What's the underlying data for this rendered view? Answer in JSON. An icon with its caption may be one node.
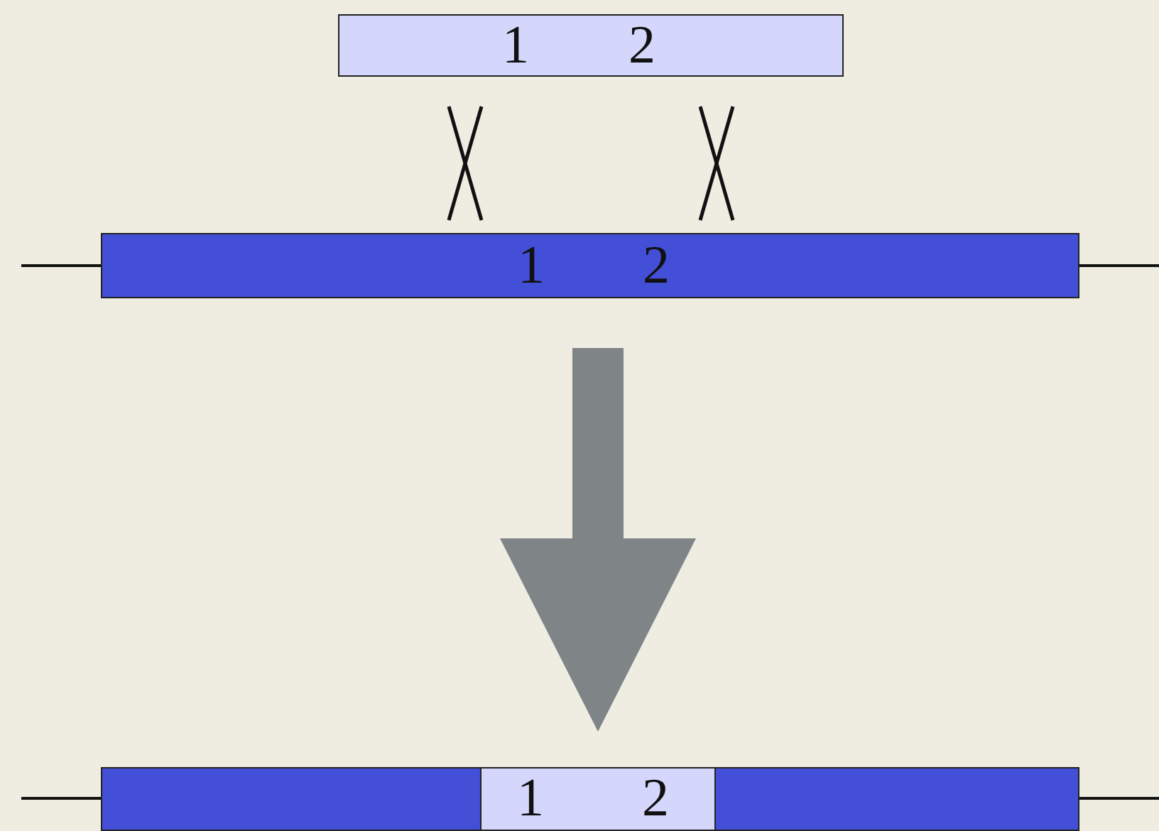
{
  "diagram": {
    "nodes": [
      {
        "text": [
          "1",
          "2"
        ]
      },
      {
        "text": [
          "1",
          "2"
        ]
      },
      {
        "text": [],
        "shape": "bar"
      },
      {
        "text": [
          "1",
          "2"
        ],
        "in": 2
      }
    ],
    "edges": [
      {
        "from": 1,
        "to": 2,
        "arrow": "to"
      }
    ]
  }
}
